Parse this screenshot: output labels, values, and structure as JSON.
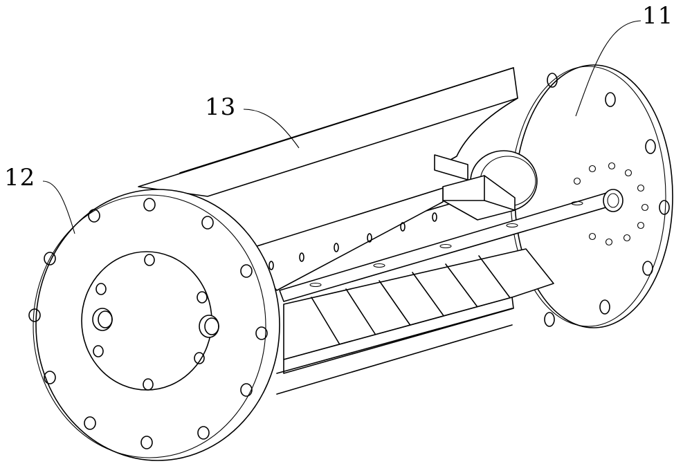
{
  "labels": {
    "right_flange": "11",
    "left_flange": "12",
    "housing": "13"
  }
}
